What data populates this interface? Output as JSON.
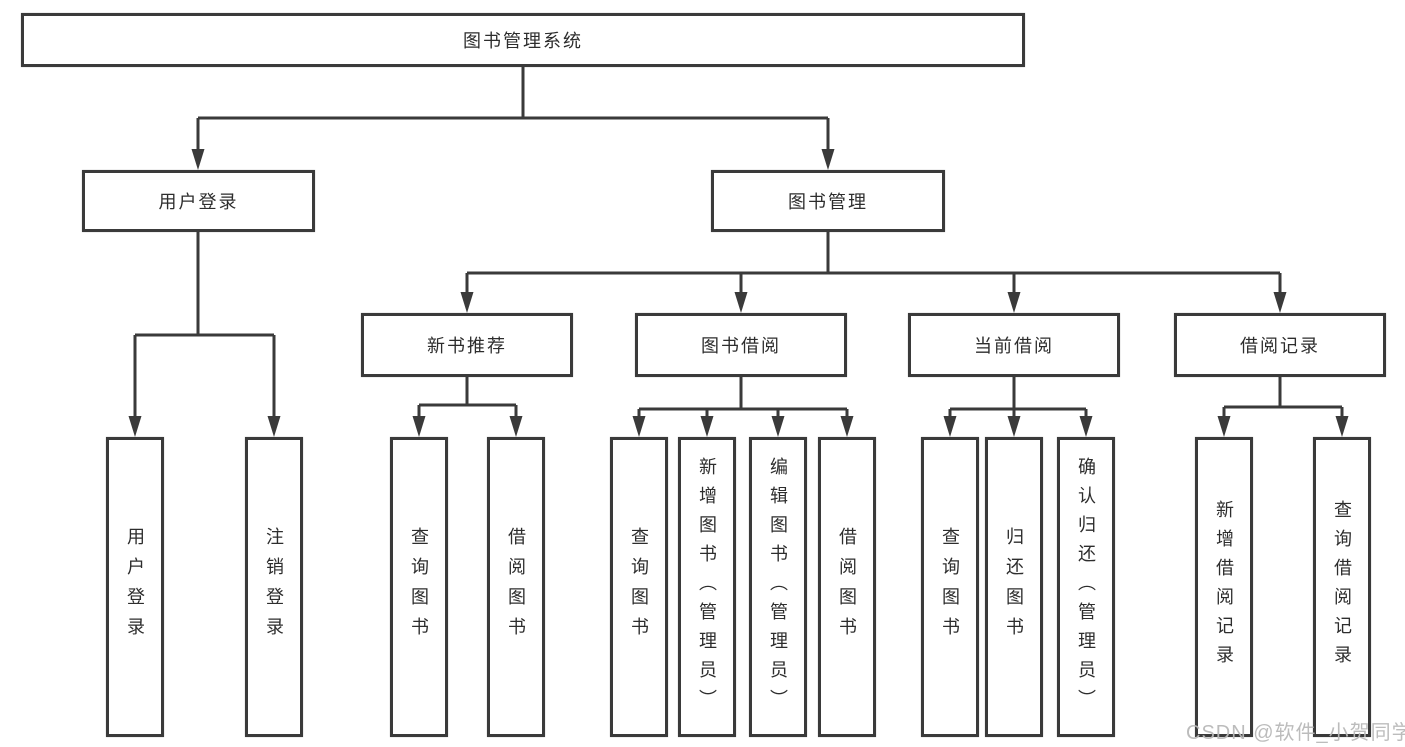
{
  "diagram_title": "图书管理系统",
  "watermark": {
    "text": "CSDN @软件_小贺同学"
  },
  "colors": {
    "line": "#3a3a3a",
    "box_border": "#3a3a3a",
    "box_background": "#ffffff",
    "text": "#2d2d2d",
    "watermark": "#b8b8b8"
  },
  "tree": {
    "label": "图书管理系统",
    "children": [
      {
        "label": "用户登录",
        "children": [
          {
            "label": "用户登录"
          },
          {
            "label": "注销登录"
          }
        ]
      },
      {
        "label": "图书管理",
        "children": [
          {
            "label": "新书推荐",
            "children": [
              {
                "label": "查询图书"
              },
              {
                "label": "借阅图书"
              }
            ]
          },
          {
            "label": "图书借阅",
            "children": [
              {
                "label": "查询图书"
              },
              {
                "label": "新增图书（管理员）"
              },
              {
                "label": "编辑图书（管理员）"
              },
              {
                "label": "借阅图书"
              }
            ]
          },
          {
            "label": "当前借阅",
            "children": [
              {
                "label": "查询图书"
              },
              {
                "label": "归还图书"
              },
              {
                "label": "确认归还（管理员）"
              }
            ]
          },
          {
            "label": "借阅记录",
            "children": [
              {
                "label": "新增借阅记录"
              },
              {
                "label": "查询借阅记录"
              }
            ]
          }
        ]
      }
    ]
  }
}
